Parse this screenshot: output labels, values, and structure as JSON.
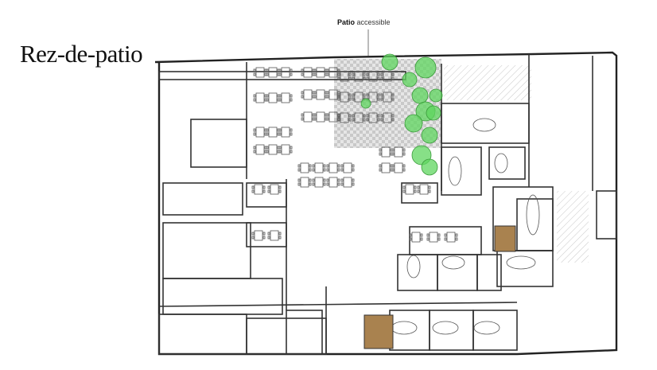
{
  "title": "Rez-de-patio",
  "patio_label": {
    "bold": "Patio",
    "rest": "accessible"
  },
  "colors": {
    "walls": "#333333",
    "patio_floor": "#d9d9d9",
    "trees": "#5fd65f",
    "wood_rooms": "#a9824f"
  }
}
